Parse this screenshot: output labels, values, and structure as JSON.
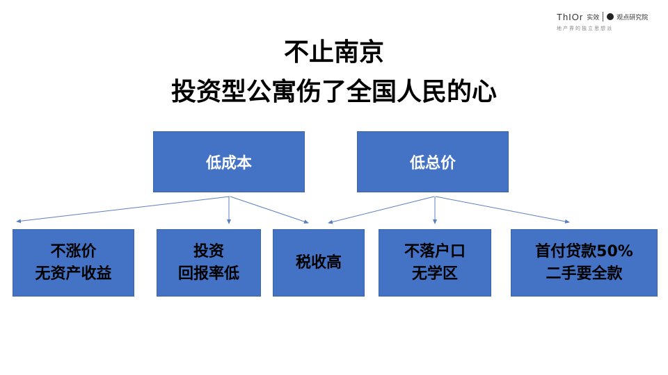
{
  "logo": {
    "brand": "ThIOr",
    "brand_cn": "实效",
    "institute": "观点研究院",
    "tagline": "地产界的独立思想派"
  },
  "title": {
    "line1": "不止南京",
    "line2": "投资型公寓伤了全国人民的心"
  },
  "colors": {
    "box_fill": "#4472C4",
    "arrow": "#5a7fbf",
    "top_text": "#ffffff",
    "bottom_text": "#000000"
  },
  "diagram": {
    "top_nodes": [
      {
        "label": "低成本"
      },
      {
        "label": "低总价"
      }
    ],
    "bottom_nodes": [
      {
        "line1": "不涨价",
        "line2": "无资产收益"
      },
      {
        "line1": "投资",
        "line2": "回报率低"
      },
      {
        "line1": "税收高",
        "line2": ""
      },
      {
        "line1": "不落户口",
        "line2": "无学区"
      },
      {
        "line1": "首付贷款50%",
        "line2": "二手要全款"
      }
    ],
    "edges": [
      {
        "from": "低成本",
        "to": "不涨价 无资产收益"
      },
      {
        "from": "低成本",
        "to": "投资 回报率低"
      },
      {
        "from": "低成本",
        "to": "税收高"
      },
      {
        "from": "低总价",
        "to": "税收高"
      },
      {
        "from": "低总价",
        "to": "不落户口 无学区"
      },
      {
        "from": "低总价",
        "to": "首付贷款50% 二手要全款"
      }
    ]
  }
}
